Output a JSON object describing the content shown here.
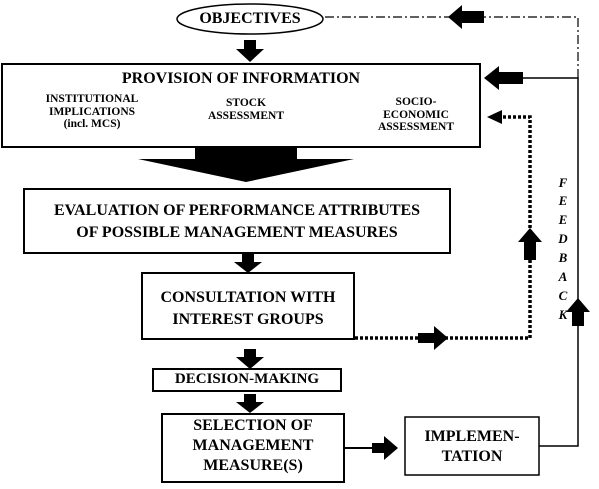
{
  "diagram": {
    "objectives": "OBJECTIVES",
    "provision_title": "PROVISION OF INFORMATION",
    "institutional": "INSTITUTIONAL\nIMPLICATIONS\n(incl. MCS)",
    "stock": "STOCK\nASSESSMENT",
    "socio": "SOCIO-\nECONOMIC\nASSESSMENT",
    "evaluation": "EVALUATION OF PERFORMANCE ATTRIBUTES\nOF POSSIBLE MANAGEMENT MEASURES",
    "consultation": "CONSULTATION WITH\nINTEREST GROUPS",
    "decision": "DECISION-MAKING",
    "selection": "SELECTION OF\nMANAGEMENT\nMEASURE(S)",
    "implementation": "IMPLEMEN-\nTATION",
    "feedback_letters": [
      "F",
      "E",
      "E",
      "D",
      "B",
      "A",
      "C",
      "K"
    ]
  },
  "colors": {
    "line": "#000000",
    "background": "#ffffff"
  }
}
